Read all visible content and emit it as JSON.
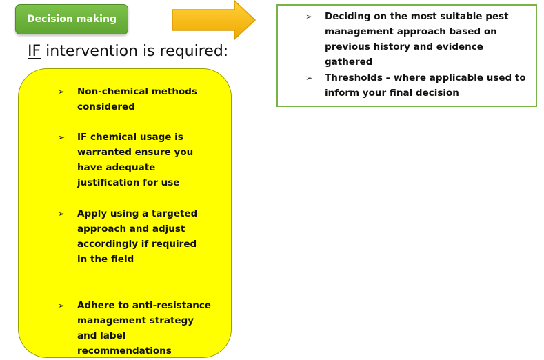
{
  "header": {
    "button_label": "Decision making",
    "button_color": "#6ab63c"
  },
  "arrow": {
    "color": "#f5b800",
    "outline": "#d99a00",
    "icon": "right-arrow"
  },
  "heading": {
    "keyword": "IF",
    "rest": " intervention is required:"
  },
  "yellow_panel": {
    "color": "#ffff00",
    "bullets": [
      {
        "text": "Non-chemical methods considered"
      },
      {
        "keyword": "IF",
        "text": " chemical usage is warranted ensure you have adequate justification for use"
      },
      {
        "text": "Apply using a targeted approach and adjust accordingly if required in the field"
      },
      {
        "text": "Adhere to anti-resistance management strategy and label recommendations"
      }
    ]
  },
  "decision_panel": {
    "border_color": "#77b348",
    "bullets": [
      {
        "text": "Deciding on the most suitable pest management approach based on previous history and evidence gathered"
      },
      {
        "text": "Thresholds – where applicable used to inform your final decision"
      }
    ]
  },
  "bullet_glyph": "➢"
}
